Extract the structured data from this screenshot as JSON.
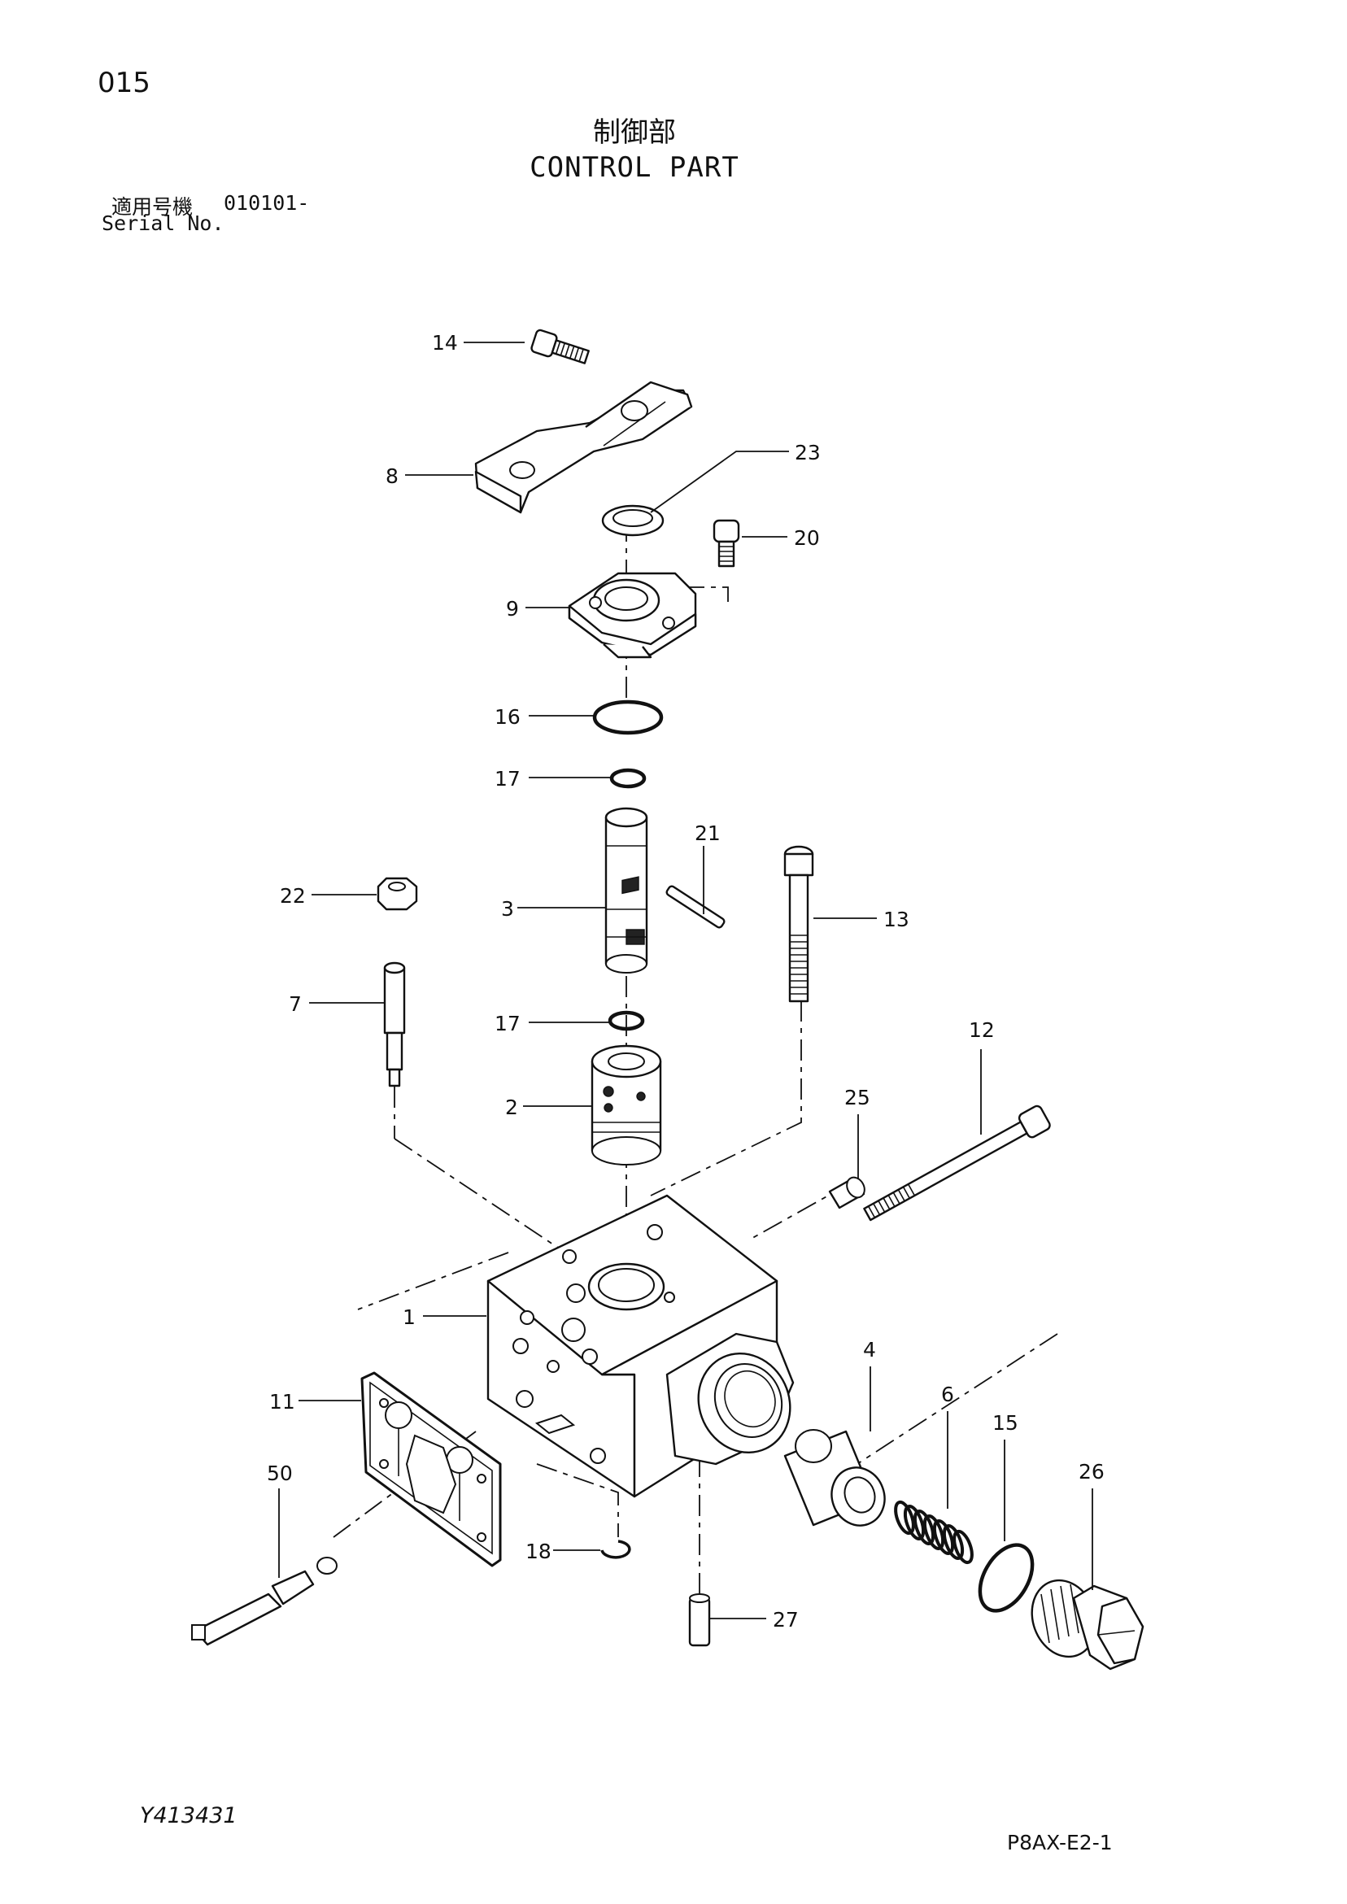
{
  "header": {
    "page_number": "015",
    "title_jp": "制御部",
    "title_en": "CONTROL PART",
    "serial_label_jp": "適用号機",
    "serial_range": "010101-",
    "serial_label_en": "Serial No."
  },
  "footer": {
    "drawing_id": "Y413431",
    "sheet_id": "P8AX-E2-1"
  },
  "callouts": {
    "p1": "1",
    "p2": "2",
    "p3": "3",
    "p4": "4",
    "p6": "6",
    "p7": "7",
    "p8": "8",
    "p9": "9",
    "p11": "11",
    "p12": "12",
    "p13": "13",
    "p14": "14",
    "p15": "15",
    "p16": "16",
    "p17a": "17",
    "p17b": "17",
    "p18": "18",
    "p20": "20",
    "p21": "21",
    "p22": "22",
    "p23": "23",
    "p25": "25",
    "p26": "26",
    "p27": "27",
    "p50": "50"
  }
}
